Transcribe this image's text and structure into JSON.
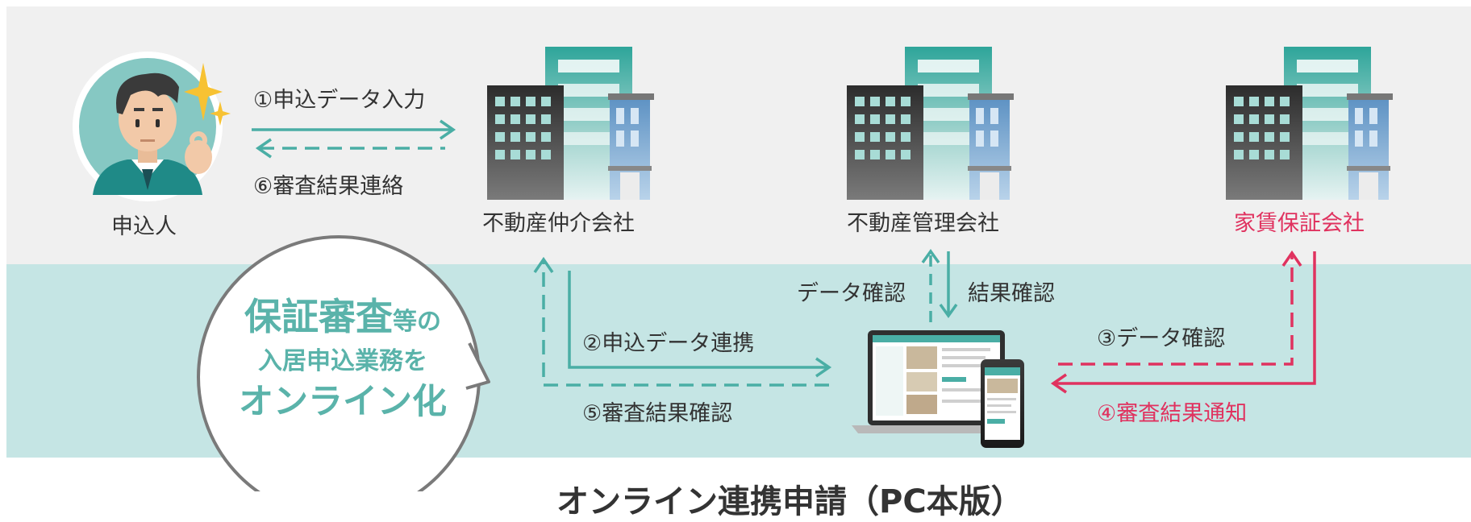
{
  "colors": {
    "teal": "#4aaea5",
    "red": "#e0325f",
    "band_top": "#f0f0f0",
    "band_mid": "#c5e5e4"
  },
  "nodes": {
    "applicant": "申込人",
    "broker": "不動産仲介会社",
    "manager": "不動産管理会社",
    "guarantor": "家賃保証会社"
  },
  "flows": {
    "step1": "①申込データ入力",
    "step6": "⑥審査結果連絡",
    "step2": "②申込データ連携",
    "step5": "⑤審査結果確認",
    "data_check": "データ確認",
    "result_check": "結果確認",
    "step3": "③データ確認",
    "step4": "④審査結果通知"
  },
  "bubble": {
    "line1_strong": "保証審査",
    "line1_rest": "等の",
    "line2": "入居申込業務を",
    "line3": "オンライン化"
  },
  "footer": {
    "title": "オンライン連携申請（PC本版）"
  },
  "icons": [
    "person-avatar-icon",
    "sparkle-icon",
    "building-icon",
    "laptop-screen-icon",
    "smartphone-icon"
  ]
}
